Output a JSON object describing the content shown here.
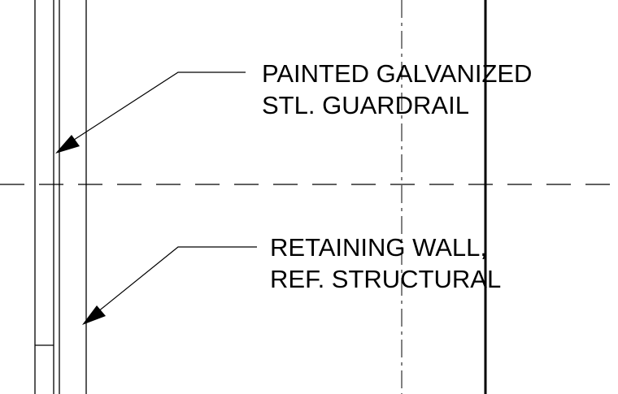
{
  "callouts": [
    {
      "lines": [
        "PAINTED GALVANIZED",
        "STL. GUARDRAIL"
      ]
    },
    {
      "lines": [
        "RETAINING WALL,",
        "REF. STRUCTURAL"
      ]
    }
  ],
  "colors": {
    "line": "#000000",
    "background": "#ffffff"
  }
}
